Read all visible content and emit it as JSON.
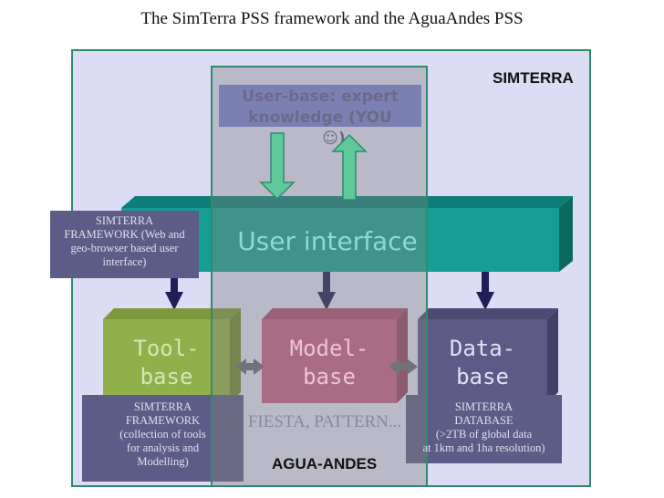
{
  "title": "The SimTerra PSS framework and the AguaAndes PSS",
  "simterra_label": "SIMTERRA",
  "agua_label": "AGUA-ANDES",
  "user_base": {
    "line1": "User-base: expert",
    "line2": "knowledge (YOU",
    "line3": "☺)"
  },
  "user_interface": "User interface",
  "framework_web": {
    "line1": "SIMTERRA",
    "line2": "FRAMEWORK (Web and",
    "line3": "geo-browser based user",
    "line4": "interface)"
  },
  "tool_base": {
    "line1": "Tool-",
    "line2": "base"
  },
  "model_base": {
    "line1": "Model-",
    "line2": "base"
  },
  "data_base": {
    "line1": "Data-",
    "line2": "base"
  },
  "framework_tools": {
    "line1": "SIMTERRA",
    "line2": "FRAMEWORK",
    "line3": "(collection of tools",
    "line4": "for analysis and",
    "line5": "Modelling)"
  },
  "fiesta": "FIESTA, PATTERN...",
  "database": {
    "line1": "SIMTERRA",
    "line2": "DATABASE",
    "line3": "(>2TB of global data",
    "line4": "at 1km and 1ha resolution)"
  },
  "colors": {
    "teal": "#169e94",
    "green": "#8fb04a",
    "pink": "#c25f86",
    "slate": "#5e5a86",
    "navy": "#1f1f55"
  }
}
